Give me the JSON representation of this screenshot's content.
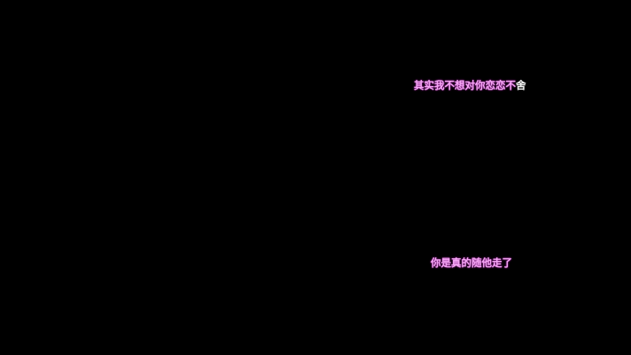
{
  "player": {
    "background_color": "#000000"
  },
  "lyrics": {
    "line1": {
      "full_text": "其实我不想对你恋恋不舍",
      "sung_part": "其实我不想对你恋恋不",
      "unsung_part": "舍",
      "sung_color": "#f4a6f4",
      "unsung_color": "#f2f2f2"
    },
    "line2": {
      "full_text": "你是真的随他走了",
      "sung_part": "你是真的随他走了",
      "unsung_part": "",
      "sung_color": "#f4a6f4"
    }
  }
}
